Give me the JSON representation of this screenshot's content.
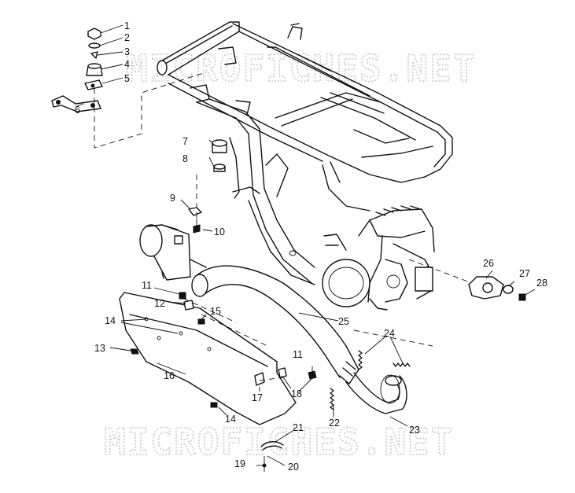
{
  "watermark": {
    "text_top": "MICROFICHES.NET",
    "text_bottom": "MICROFICHES.NET"
  },
  "callouts": [
    {
      "id": "1",
      "text": "1"
    },
    {
      "id": "2",
      "text": "2"
    },
    {
      "id": "3",
      "text": "3"
    },
    {
      "id": "4",
      "text": "4"
    },
    {
      "id": "5",
      "text": "5"
    },
    {
      "id": "6",
      "text": "6"
    },
    {
      "id": "7",
      "text": "7"
    },
    {
      "id": "8",
      "text": "8"
    },
    {
      "id": "9",
      "text": "9"
    },
    {
      "id": "10",
      "text": "10"
    },
    {
      "id": "11a",
      "text": "11"
    },
    {
      "id": "11b",
      "text": "11"
    },
    {
      "id": "12",
      "text": "12"
    },
    {
      "id": "13",
      "text": "13"
    },
    {
      "id": "14a",
      "text": "14"
    },
    {
      "id": "14b",
      "text": "14"
    },
    {
      "id": "15",
      "text": "15"
    },
    {
      "id": "16",
      "text": "16"
    },
    {
      "id": "17",
      "text": "17"
    },
    {
      "id": "18",
      "text": "18"
    },
    {
      "id": "19",
      "text": "19"
    },
    {
      "id": "20",
      "text": "20"
    },
    {
      "id": "21",
      "text": "21"
    },
    {
      "id": "22",
      "text": "22"
    },
    {
      "id": "23",
      "text": "23"
    },
    {
      "id": "24",
      "text": "24"
    },
    {
      "id": "25",
      "text": "25"
    },
    {
      "id": "26",
      "text": "26"
    },
    {
      "id": "27",
      "text": "27"
    },
    {
      "id": "28",
      "text": "28"
    }
  ]
}
